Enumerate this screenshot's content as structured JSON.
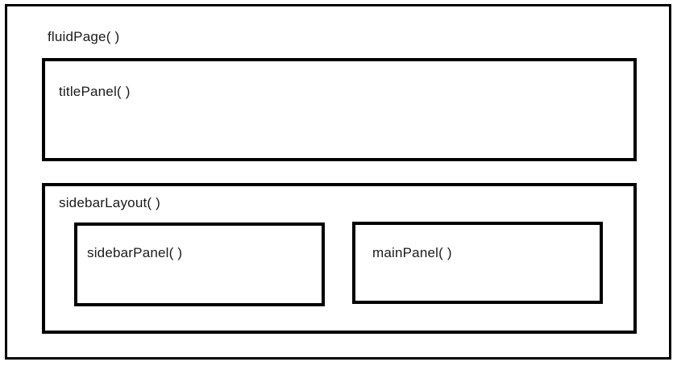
{
  "canvas": {
    "background_color": "#ffffff",
    "line_color": "#000000",
    "text_color": "#1a1a1a"
  },
  "diagram": {
    "fluid_page": {
      "label": "fluidPage( )",
      "title_panel": {
        "label": "titlePanel( )"
      },
      "sidebar_layout": {
        "label": "sidebarLayout( )",
        "sidebar_panel": {
          "label": "sidebarPanel( )"
        },
        "main_panel": {
          "label": "mainPanel( )"
        }
      }
    }
  }
}
